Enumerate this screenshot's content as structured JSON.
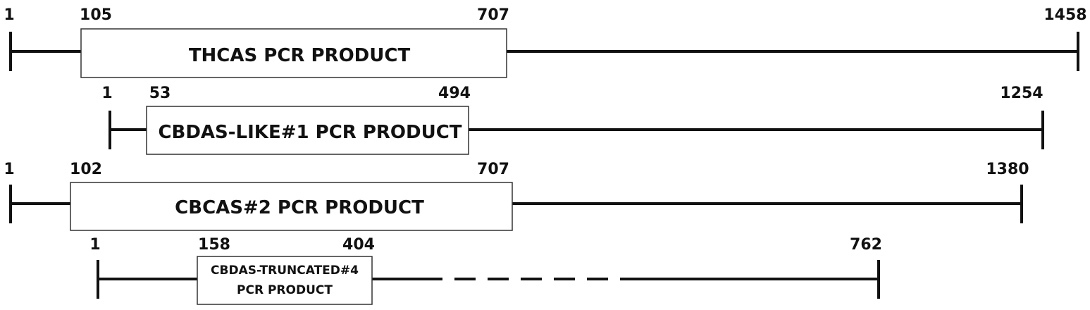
{
  "tracks": [
    {
      "id": "thcas",
      "start": "1",
      "box_start": "105",
      "box_end": "707",
      "end": "1458",
      "label_lines": [
        "THCAS PCR PRODUCT"
      ]
    },
    {
      "id": "cbdas-like-1",
      "start": "1",
      "box_start": "53",
      "box_end": "494",
      "end": "1254",
      "label_lines": [
        "CBDAS-LIKE#1 PCR PRODUCT"
      ]
    },
    {
      "id": "cbcas-2",
      "start": "1",
      "box_start": "102",
      "box_end": "707",
      "end": "1380",
      "label_lines": [
        "CBCAS#2 PCR PRODUCT"
      ]
    },
    {
      "id": "cbdas-truncated-4",
      "start": "1",
      "box_start": "158",
      "box_end": "404",
      "end": "762",
      "label_lines": [
        "CBDAS-TRUNCATED#4",
        "PCR PRODUCT"
      ],
      "dashed_segment": true
    }
  ],
  "colors": {
    "line": "#111111",
    "box_fill": "#ffffff",
    "box_stroke": "#333333"
  }
}
